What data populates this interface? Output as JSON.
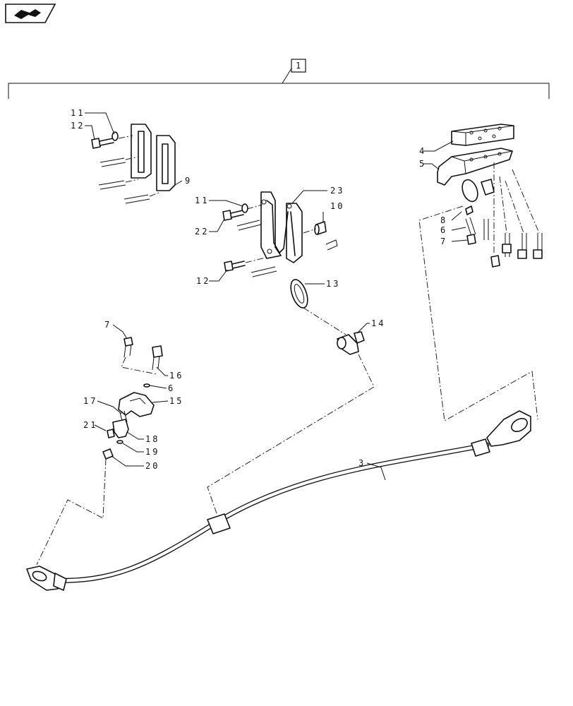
{
  "header": {
    "nav_icon": "book-arrow-icon"
  },
  "assembly_label": "1",
  "callouts": {
    "c11a": "11",
    "c12a": "12",
    "c9": "9",
    "c11b": "11",
    "c22": "22",
    "c23": "23",
    "c10": "10",
    "c12b": "12",
    "c13": "13",
    "c14": "14",
    "c4": "4",
    "c5": "5",
    "c8": "8",
    "c6a": "6",
    "c7a": "7",
    "c7b": "7",
    "c16": "16",
    "c6b": "6",
    "c17": "17",
    "c15": "15",
    "c21": "21",
    "c18": "18",
    "c19": "19",
    "c20": "20",
    "c3": "3"
  }
}
